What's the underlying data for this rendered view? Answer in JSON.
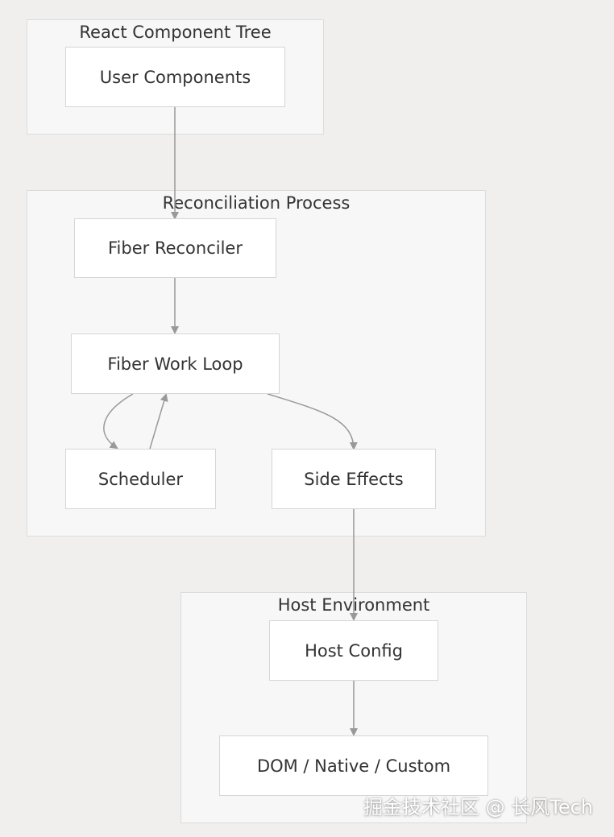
{
  "groups": {
    "react_tree": "React Component Tree",
    "reconciliation": "Reconciliation Process",
    "host_env": "Host Environment"
  },
  "nodes": {
    "user_components": "User Components",
    "fiber_reconciler": "Fiber Reconciler",
    "fiber_work_loop": "Fiber Work Loop",
    "scheduler": "Scheduler",
    "side_effects": "Side Effects",
    "host_config": "Host Config",
    "dom_native_custom": "DOM / Native / Custom"
  },
  "watermark": "掘金技术社区 @ 长风Tech",
  "colors": {
    "background": "#f0efee",
    "group_fill": "#f7f7f7",
    "node_fill": "#ffffff",
    "edge": "#999999",
    "text": "#333333"
  }
}
